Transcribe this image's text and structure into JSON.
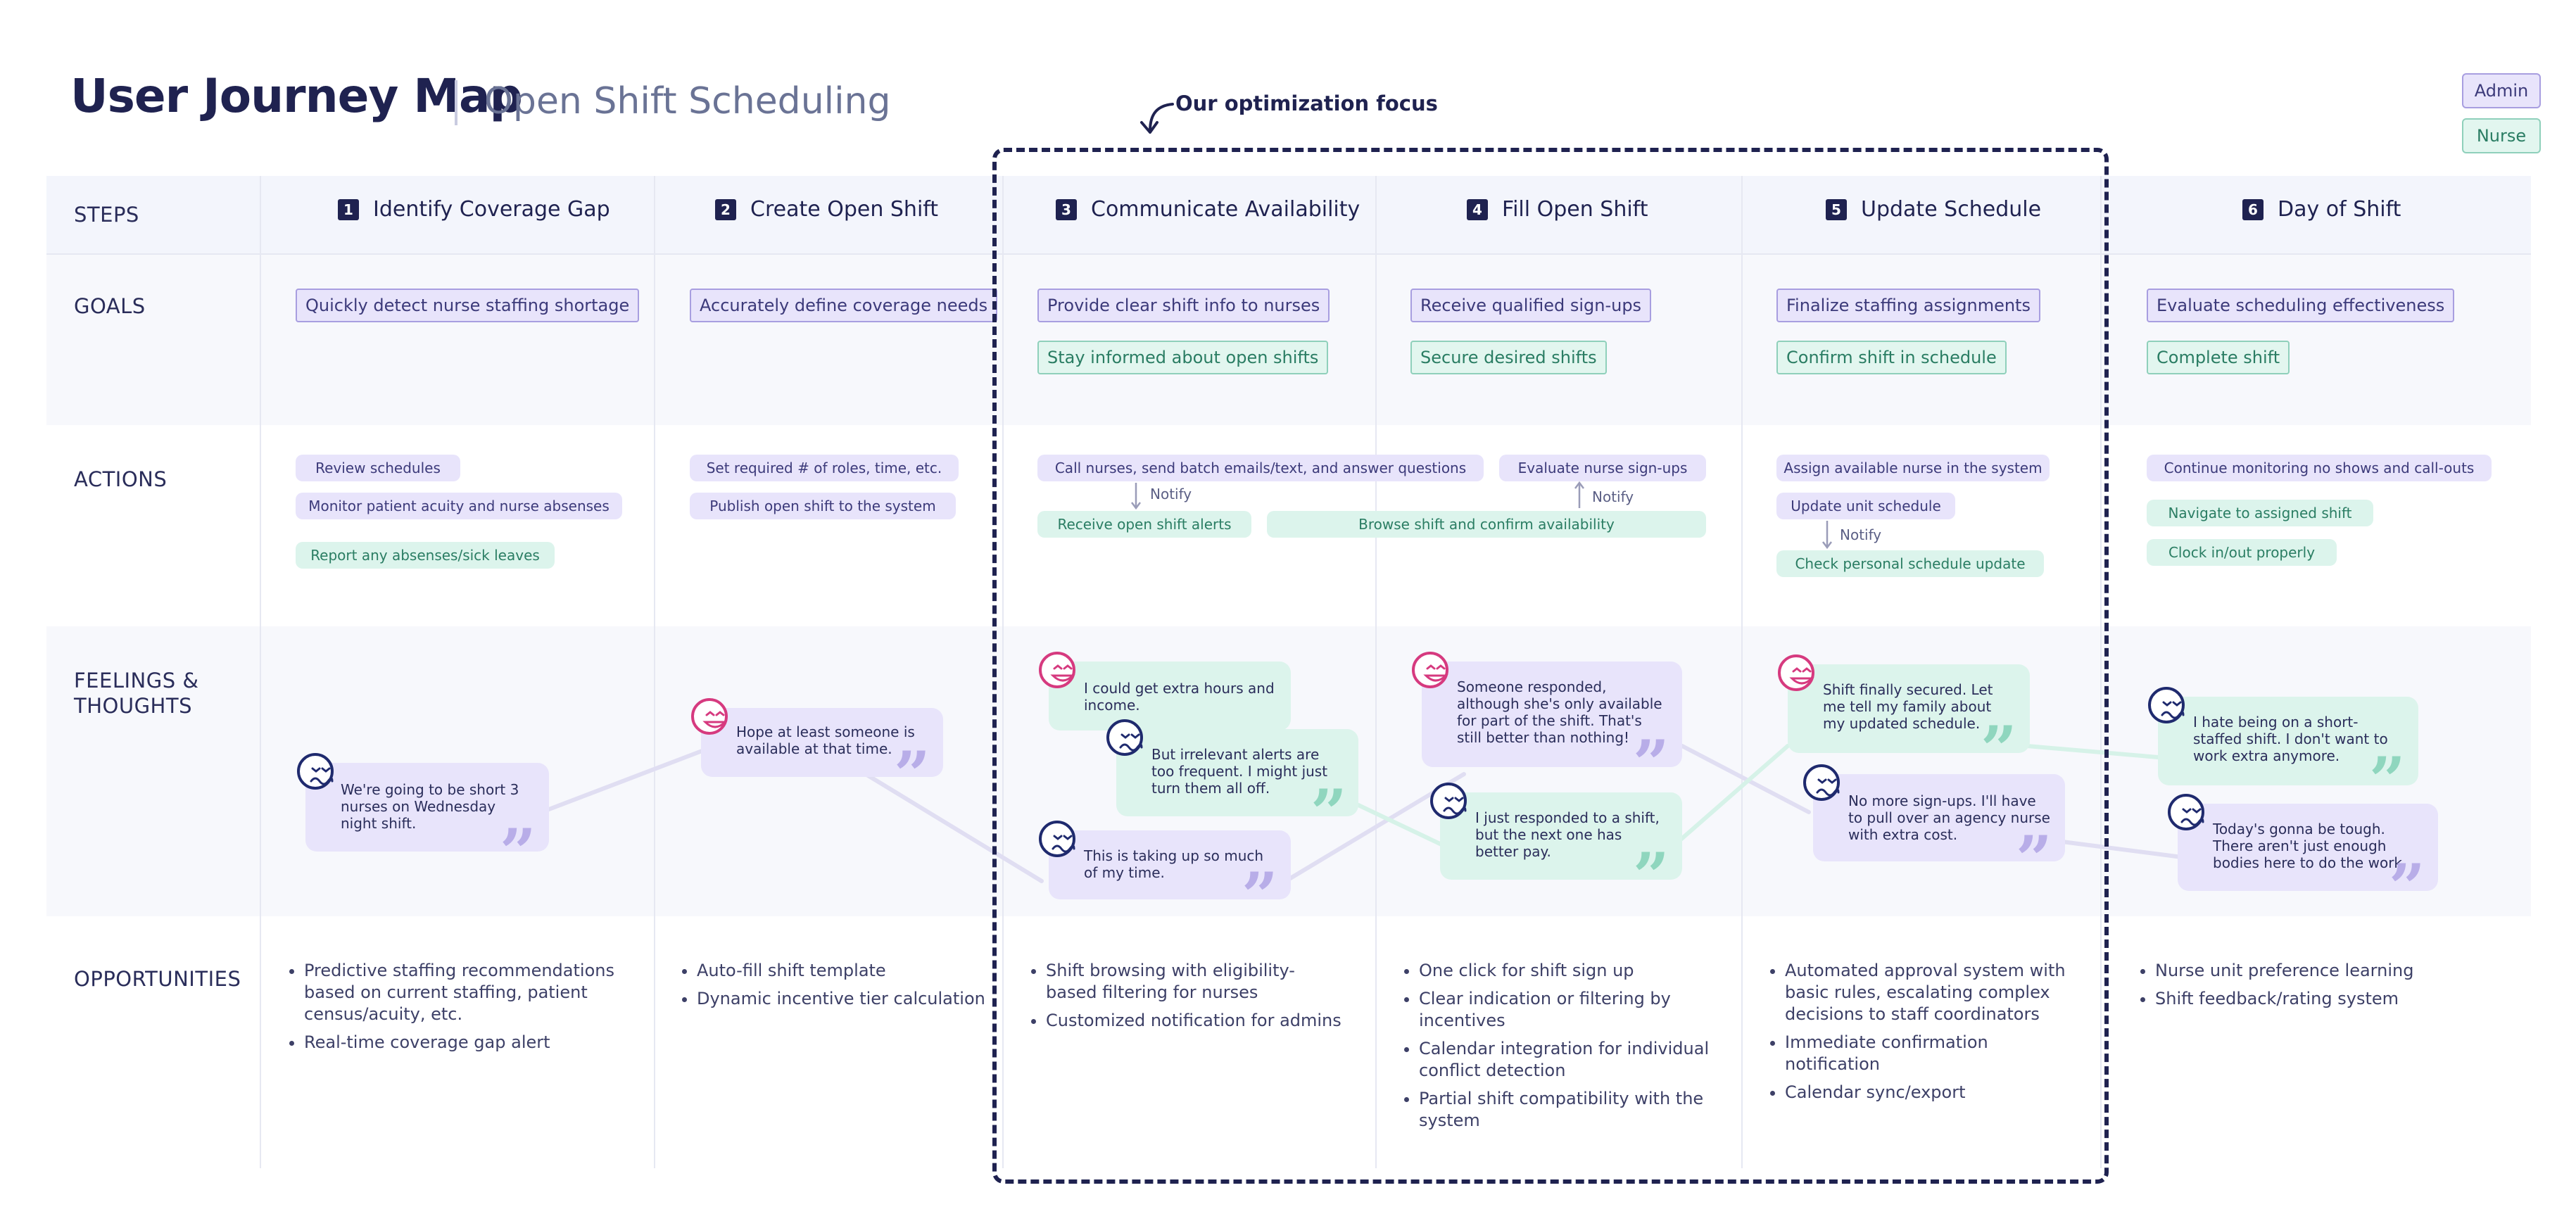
{
  "header": {
    "title": "User Journey Map",
    "subtitle": "Open Shift Scheduling",
    "focus_label": "Our optimization focus"
  },
  "legend": {
    "admin": "Admin",
    "nurse": "Nurse"
  },
  "rows": {
    "steps": "STEPS",
    "goals": "GOALS",
    "actions": "ACTIONS",
    "feelings_1": "FEELINGS &",
    "feelings_2": "THOUGHTS",
    "opportunities": "OPPORTUNITIES"
  },
  "steps": [
    {
      "num": "1",
      "label": "Identify Coverage Gap"
    },
    {
      "num": "2",
      "label": "Create Open Shift"
    },
    {
      "num": "3",
      "label": "Communicate Availability"
    },
    {
      "num": "4",
      "label": "Fill Open Shift"
    },
    {
      "num": "5",
      "label": "Update Schedule"
    },
    {
      "num": "6",
      "label": "Day of Shift"
    }
  ],
  "goals": {
    "s1_admin": "Quickly detect nurse staffing shortage",
    "s2_admin": "Accurately define coverage needs",
    "s3_admin": "Provide clear shift info to nurses",
    "s3_nurse": "Stay informed about open shifts",
    "s4_admin": "Receive qualified sign-ups",
    "s4_nurse": "Secure desired shifts",
    "s5_admin": "Finalize staffing assignments",
    "s5_nurse": "Confirm shift in schedule",
    "s6_admin": "Evaluate scheduling effectiveness",
    "s6_nurse": "Complete shift"
  },
  "actions": {
    "s1_a1": "Review schedules",
    "s1_a2": "Monitor patient acuity and nurse absenses",
    "s1_n1": "Report any absenses/sick leaves",
    "s2_a1": "Set required # of roles, time, etc.",
    "s2_a2": "Publish open shift to the system",
    "s3_a1": "Call nurses, send batch emails/text, and answer questions",
    "s3_n1": "Receive open shift alerts",
    "s4_a1": "Evaluate nurse sign-ups",
    "s34_n1": "Browse shift and confirm availability",
    "s5_a1": "Assign available nurse in the system",
    "s5_a2": "Update unit schedule",
    "s5_n1": "Check personal schedule update",
    "s6_a1": "Continue monitoring no shows and call-outs",
    "s6_n1": "Navigate to assigned shift",
    "s6_n2": "Clock in/out properly",
    "notify": "Notify"
  },
  "feelings": {
    "f1": "We're going to be short 3 nurses on Wednesday night shift.",
    "f2": "Hope at least someone is available at that time.",
    "f3": "I could get extra hours and income.",
    "f4": "But irrelevant alerts are too frequent. I might just turn them all off.",
    "f5": "This is taking up so much of my time.",
    "f6": "Someone responded, although she's only available for part of the shift. That's still better than nothing!",
    "f7": "I just responded to a shift, but the next one has better pay.",
    "f8": "Shift finally secured. Let me tell my family about my updated schedule.",
    "f9": "No more sign-ups. I'll have to pull over an agency nurse with extra cost.",
    "f10": "I hate being on a short-staffed shift. I don't want to work extra anymore.",
    "f11": "Today's gonna be tough. There aren't just enough bodies here to do the work."
  },
  "opportunities": {
    "s1": [
      "Predictive staffing recommendations based on current staffing, patient census/acuity, etc.",
      "Real-time coverage gap alert"
    ],
    "s2": [
      "Auto-fill shift template",
      "Dynamic incentive tier calculation"
    ],
    "s3": [
      "Shift browsing with eligibility-based filtering for nurses",
      "Customized notification for admins"
    ],
    "s4": [
      "One click for shift sign up",
      "Clear indication or filtering by incentives",
      "Calendar integration for individual conflict detection",
      "Partial shift compatibility with the system"
    ],
    "s5": [
      "Automated approval system with basic rules, escalating complex decisions to staff coordinators",
      "Immediate confirmation notification",
      "Calendar sync/export"
    ],
    "s6": [
      "Nurse unit preference learning",
      "Shift feedback/rating system"
    ]
  },
  "colors": {
    "admin": "#e8e4fb",
    "nurse": "#dcf4ec",
    "ink": "#1f2250",
    "happy": "#d63a7f",
    "sad": "#1f2a6e"
  }
}
